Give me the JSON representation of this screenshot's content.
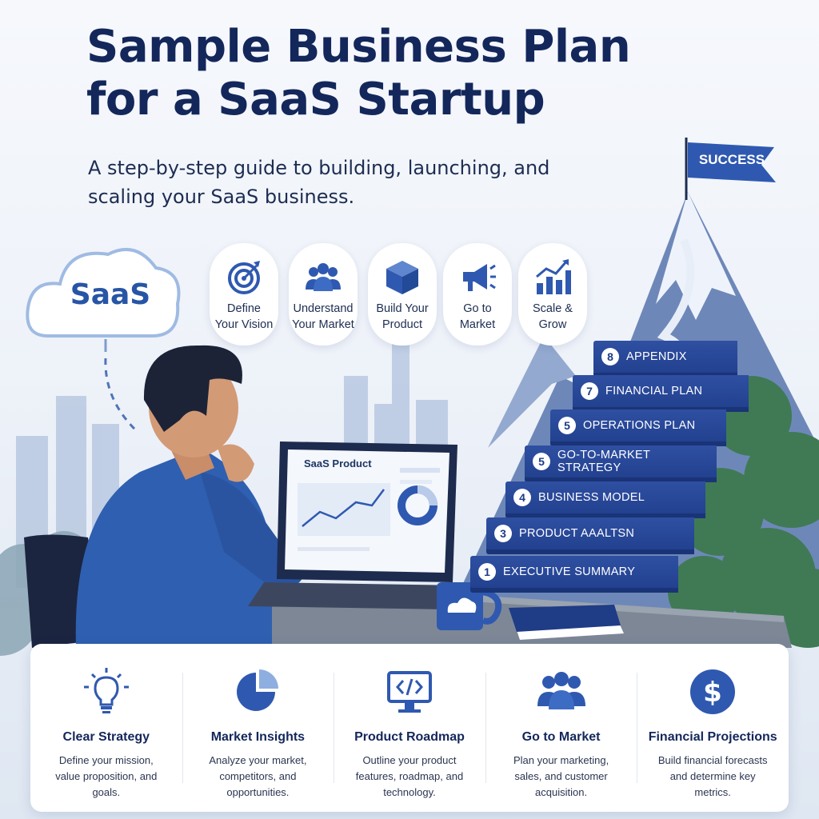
{
  "header": {
    "title": "Sample Business Plan for a SaaS Startup",
    "subtitle": "A step-by-step guide to building, launching, and scaling your SaaS business."
  },
  "cloud_label": "SaaS",
  "flag_label": "SUCCESS",
  "laptop_screen_title": "SaaS Product",
  "steps": [
    {
      "label": "Define\nYour Vision",
      "icon": "target-icon"
    },
    {
      "label": "Understand\nYour Market",
      "icon": "people-icon"
    },
    {
      "label": "Build Your\nProduct",
      "icon": "box-icon"
    },
    {
      "label": "Go to\nMarket",
      "icon": "megaphone-icon"
    },
    {
      "label": "Scale &\nGrow",
      "icon": "growth-chart-icon"
    }
  ],
  "staircase": [
    {
      "num": "8",
      "label": "APPENDIX"
    },
    {
      "num": "7",
      "label": "FINANCIAL PLAN"
    },
    {
      "num": "5",
      "label": "OPERATIONS PLAN"
    },
    {
      "num": "5",
      "label": "GO-TO-MARKET STRATEGY"
    },
    {
      "num": "4",
      "label": "BUSINESS MODEL"
    },
    {
      "num": "3",
      "label": "PRODUCT AAALTSN"
    },
    {
      "num": "1",
      "label": "EXECUTIVE SUMMARY"
    }
  ],
  "features": [
    {
      "title": "Clear Strategy",
      "desc": "Define your mission, value proposition, and goals.",
      "icon": "lightbulb-icon"
    },
    {
      "title": "Market Insights",
      "desc": "Analyze your market, competitors, and opportunities.",
      "icon": "pie-chart-icon"
    },
    {
      "title": "Product Roadmap",
      "desc": "Outline your product features, roadmap, and technology.",
      "icon": "code-monitor-icon"
    },
    {
      "title": "Go to Market",
      "desc": "Plan your marketing, sales, and customer acquisition.",
      "icon": "team-icon"
    },
    {
      "title": "Financial Projections",
      "desc": "Build financial forecasts and determine key metrics.",
      "icon": "dollar-icon"
    }
  ],
  "colors": {
    "primary": "#13275b",
    "accent": "#2755a6",
    "stair": "#22418f",
    "background": "#eef2f9"
  }
}
